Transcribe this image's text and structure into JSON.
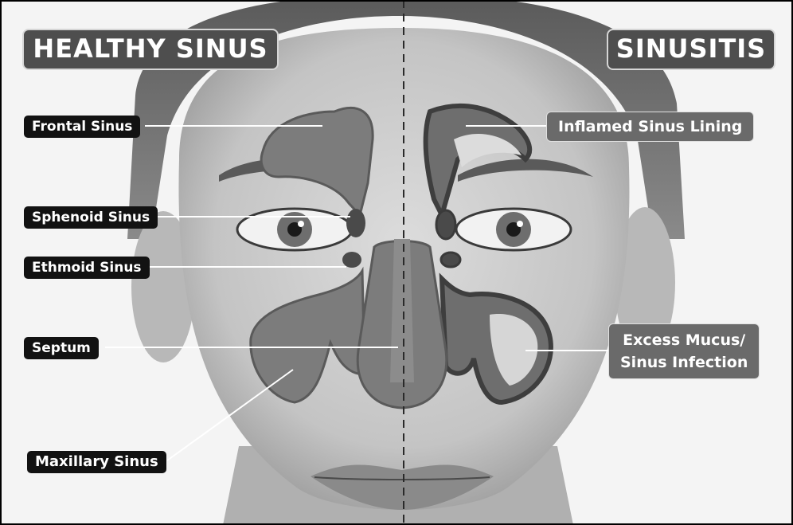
{
  "titles": {
    "left": "HEALTHY SINUS",
    "right": "SINUSITIS"
  },
  "labels_left": {
    "frontal": "Frontal Sinus",
    "sphenoid": "Sphenoid Sinus",
    "ethmoid": "Ethmoid Sinus",
    "septum": "Septum",
    "maxillary": "Maxillary Sinus"
  },
  "labels_right": {
    "inflamed": "Inflamed Sinus Lining",
    "mucus_line1": "Excess Mucus/",
    "mucus_line2": "Sinus Infection"
  },
  "colors": {
    "sinus_fill": "#7a7a7a",
    "sinus_outline": "#5a5a5a",
    "label_black": "#121212",
    "label_grey": "#6a6a6a",
    "title_bg": "#4e4e4e"
  }
}
